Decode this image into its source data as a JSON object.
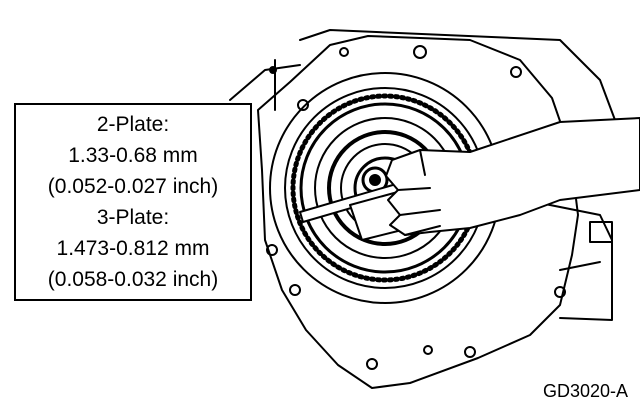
{
  "callout": {
    "plate2_heading": "2-Plate:",
    "plate2_mm": "1.33-0.68 mm",
    "plate2_inch": "(0.052-0.027 inch)",
    "plate3_heading": "3-Plate:",
    "plate3_mm": "1.473-0.812 mm",
    "plate3_inch": "(0.058-0.032 inch)"
  },
  "figure_id": "GD3020-A"
}
